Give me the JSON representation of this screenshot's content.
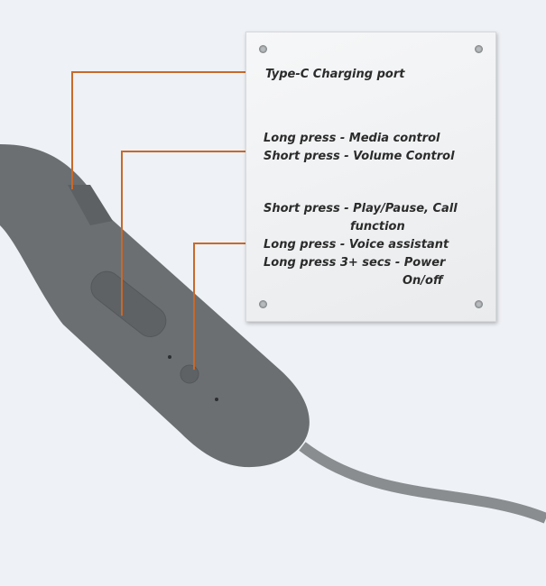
{
  "labels": {
    "charging_port": "Type-C Charging port",
    "volume_button": [
      "Long press - Media control",
      "Short press - Volume Control"
    ],
    "multifunction_button": [
      "Short press - Play/Pause, Call",
      "function",
      "Long press - Voice assistant",
      "Long press 3+ secs - Power",
      "On/off"
    ]
  },
  "colors": {
    "leader_line": "#c8692a",
    "device": "#6c6f72",
    "background": "#eef1f5"
  }
}
